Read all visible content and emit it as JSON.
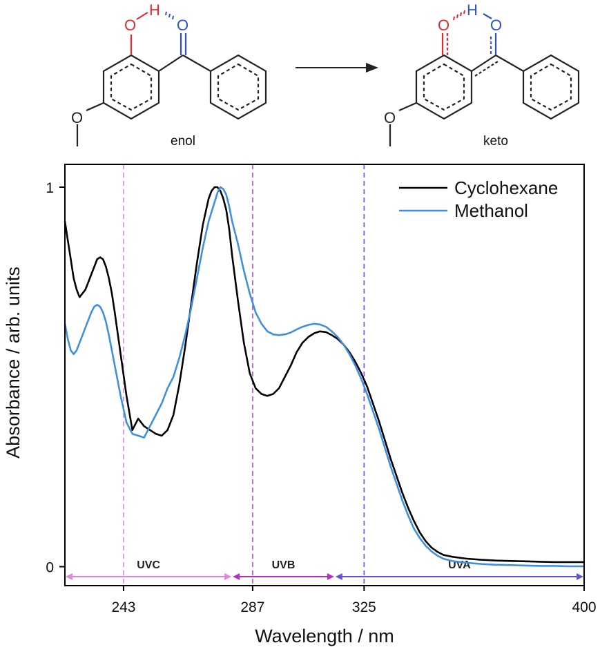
{
  "scheme": {
    "left_label": "enol",
    "right_label": "keto",
    "atoms": {
      "oxygen": "O",
      "hydrogen": "H"
    },
    "colors": {
      "donor_oxygen": "#e8262b",
      "acceptor_oxygen": "#2a4fd6",
      "hydrogen": "#e8262b",
      "keto_hydrogen": "#2a4fd6",
      "bond": "#222222"
    },
    "arrow_icon": "right-arrow"
  },
  "chart_data": {
    "type": "line",
    "xlabel": "Wavelength / nm",
    "ylabel": "Absorbance / arb. units",
    "xlim": [
      223,
      400
    ],
    "ylim": [
      -0.05,
      1.06
    ],
    "xticks": [
      243,
      287,
      325,
      400
    ],
    "yticks": [
      0,
      1
    ],
    "legend_position": "top-right",
    "grid": false,
    "series": [
      {
        "name": "Cyclohexane",
        "color": "#000000",
        "points": [
          [
            223,
            0.91
          ],
          [
            224,
            0.86
          ],
          [
            225,
            0.81
          ],
          [
            226,
            0.76
          ],
          [
            227,
            0.73
          ],
          [
            228,
            0.71
          ],
          [
            229,
            0.72
          ],
          [
            230,
            0.73
          ],
          [
            231,
            0.75
          ],
          [
            232,
            0.77
          ],
          [
            233,
            0.79
          ],
          [
            234,
            0.81
          ],
          [
            235,
            0.815
          ],
          [
            236,
            0.81
          ],
          [
            237,
            0.79
          ],
          [
            238,
            0.76
          ],
          [
            239,
            0.72
          ],
          [
            240,
            0.67
          ],
          [
            242,
            0.56
          ],
          [
            244,
            0.45
          ],
          [
            246,
            0.36
          ],
          [
            248,
            0.39
          ],
          [
            250,
            0.37
          ],
          [
            252,
            0.36
          ],
          [
            254,
            0.35
          ],
          [
            256,
            0.345
          ],
          [
            258,
            0.36
          ],
          [
            260,
            0.4
          ],
          [
            262,
            0.48
          ],
          [
            264,
            0.58
          ],
          [
            266,
            0.69
          ],
          [
            268,
            0.8
          ],
          [
            270,
            0.9
          ],
          [
            272,
            0.97
          ],
          [
            273,
            0.99
          ],
          [
            274,
            1.0
          ],
          [
            275,
            1.0
          ],
          [
            276,
            0.99
          ],
          [
            277,
            0.97
          ],
          [
            278,
            0.94
          ],
          [
            279,
            0.89
          ],
          [
            280,
            0.82
          ],
          [
            282,
            0.7
          ],
          [
            284,
            0.59
          ],
          [
            286,
            0.51
          ],
          [
            288,
            0.47
          ],
          [
            290,
            0.455
          ],
          [
            292,
            0.45
          ],
          [
            294,
            0.455
          ],
          [
            296,
            0.47
          ],
          [
            298,
            0.5
          ],
          [
            300,
            0.53
          ],
          [
            302,
            0.565
          ],
          [
            304,
            0.59
          ],
          [
            306,
            0.605
          ],
          [
            308,
            0.615
          ],
          [
            310,
            0.62
          ],
          [
            312,
            0.618
          ],
          [
            314,
            0.61
          ],
          [
            316,
            0.6
          ],
          [
            318,
            0.585
          ],
          [
            320,
            0.565
          ],
          [
            322,
            0.54
          ],
          [
            324,
            0.51
          ],
          [
            326,
            0.475
          ],
          [
            328,
            0.43
          ],
          [
            330,
            0.385
          ],
          [
            332,
            0.335
          ],
          [
            334,
            0.285
          ],
          [
            336,
            0.24
          ],
          [
            338,
            0.195
          ],
          [
            340,
            0.155
          ],
          [
            342,
            0.12
          ],
          [
            344,
            0.09
          ],
          [
            346,
            0.067
          ],
          [
            348,
            0.05
          ],
          [
            350,
            0.039
          ],
          [
            352,
            0.031
          ],
          [
            355,
            0.026
          ],
          [
            360,
            0.021
          ],
          [
            365,
            0.018
          ],
          [
            370,
            0.016
          ],
          [
            375,
            0.015
          ],
          [
            380,
            0.014
          ],
          [
            385,
            0.013
          ],
          [
            390,
            0.012
          ],
          [
            395,
            0.012
          ],
          [
            400,
            0.012
          ]
        ]
      },
      {
        "name": "Methanol",
        "color": "#3f8fe0",
        "points": [
          [
            223,
            0.64
          ],
          [
            224,
            0.6
          ],
          [
            225,
            0.57
          ],
          [
            226,
            0.56
          ],
          [
            227,
            0.57
          ],
          [
            228,
            0.59
          ],
          [
            229,
            0.61
          ],
          [
            230,
            0.63
          ],
          [
            231,
            0.65
          ],
          [
            232,
            0.67
          ],
          [
            233,
            0.685
          ],
          [
            234,
            0.69
          ],
          [
            235,
            0.685
          ],
          [
            236,
            0.67
          ],
          [
            237,
            0.645
          ],
          [
            238,
            0.61
          ],
          [
            239,
            0.57
          ],
          [
            240,
            0.53
          ],
          [
            242,
            0.45
          ],
          [
            244,
            0.38
          ],
          [
            246,
            0.35
          ],
          [
            248,
            0.345
          ],
          [
            250,
            0.34
          ],
          [
            252,
            0.37
          ],
          [
            254,
            0.4
          ],
          [
            256,
            0.43
          ],
          [
            258,
            0.47
          ],
          [
            260,
            0.5
          ],
          [
            262,
            0.55
          ],
          [
            264,
            0.61
          ],
          [
            266,
            0.68
          ],
          [
            268,
            0.76
          ],
          [
            270,
            0.84
          ],
          [
            272,
            0.91
          ],
          [
            274,
            0.96
          ],
          [
            275,
            0.985
          ],
          [
            276,
            1.0
          ],
          [
            277,
            0.995
          ],
          [
            278,
            0.98
          ],
          [
            279,
            0.95
          ],
          [
            280,
            0.91
          ],
          [
            282,
            0.85
          ],
          [
            284,
            0.78
          ],
          [
            286,
            0.72
          ],
          [
            288,
            0.67
          ],
          [
            290,
            0.64
          ],
          [
            292,
            0.62
          ],
          [
            294,
            0.612
          ],
          [
            296,
            0.61
          ],
          [
            298,
            0.612
          ],
          [
            300,
            0.617
          ],
          [
            302,
            0.625
          ],
          [
            304,
            0.632
          ],
          [
            306,
            0.637
          ],
          [
            308,
            0.64
          ],
          [
            310,
            0.638
          ],
          [
            312,
            0.632
          ],
          [
            314,
            0.62
          ],
          [
            316,
            0.605
          ],
          [
            318,
            0.585
          ],
          [
            320,
            0.56
          ],
          [
            322,
            0.53
          ],
          [
            324,
            0.495
          ],
          [
            326,
            0.455
          ],
          [
            328,
            0.41
          ],
          [
            330,
            0.365
          ],
          [
            332,
            0.315
          ],
          [
            334,
            0.265
          ],
          [
            336,
            0.22
          ],
          [
            338,
            0.175
          ],
          [
            340,
            0.135
          ],
          [
            342,
            0.1
          ],
          [
            344,
            0.075
          ],
          [
            346,
            0.055
          ],
          [
            348,
            0.04
          ],
          [
            350,
            0.029
          ],
          [
            352,
            0.021
          ],
          [
            355,
            0.015
          ],
          [
            360,
            0.01
          ],
          [
            365,
            0.007
          ],
          [
            370,
            0.005
          ],
          [
            375,
            0.004
          ],
          [
            380,
            0.003
          ],
          [
            385,
            0.002
          ],
          [
            390,
            0.002
          ],
          [
            395,
            0.001
          ],
          [
            400,
            0.001
          ]
        ]
      }
    ],
    "markers": [
      {
        "x": 243,
        "color": "#e084e8"
      },
      {
        "x": 287,
        "color": "#b847d6"
      },
      {
        "x": 325,
        "color": "#7547d6"
      }
    ],
    "bands": [
      {
        "label": "UVC",
        "from": 223,
        "to": 280,
        "color": "#e084e8"
      },
      {
        "label": "UVB",
        "from": 280,
        "to": 315,
        "color": "#b032c0"
      },
      {
        "label": "UVA",
        "from": 315,
        "to": 400,
        "color": "#6a4fd8"
      }
    ]
  }
}
